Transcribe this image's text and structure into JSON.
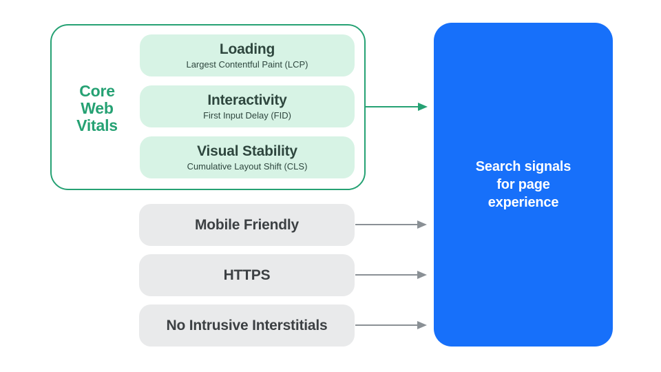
{
  "colors": {
    "green": "#25A173",
    "green_light": "#D7F3E5",
    "blue": "#1770FA",
    "gray_box": "#E9EAEB",
    "gray_arrow": "#8A9095",
    "vital_text": "#2E463E",
    "signal_text": "#3C4043",
    "background": "#FFFFFF"
  },
  "core_web_vitals": {
    "label_lines": [
      "Core",
      "Web",
      "Vitals"
    ],
    "items": [
      {
        "title": "Loading",
        "subtitle": "Largest Contentful Paint (LCP)"
      },
      {
        "title": "Interactivity",
        "subtitle": "First Input Delay (FID)"
      },
      {
        "title": "Visual Stability",
        "subtitle": "Cumulative Layout Shift (CLS)"
      }
    ]
  },
  "other_signals": [
    {
      "label": "Mobile Friendly"
    },
    {
      "label": "HTTPS"
    },
    {
      "label": "No Intrusive Interstitials"
    }
  ],
  "result_box": {
    "lines": [
      "Search signals",
      "for page",
      "experience"
    ]
  }
}
